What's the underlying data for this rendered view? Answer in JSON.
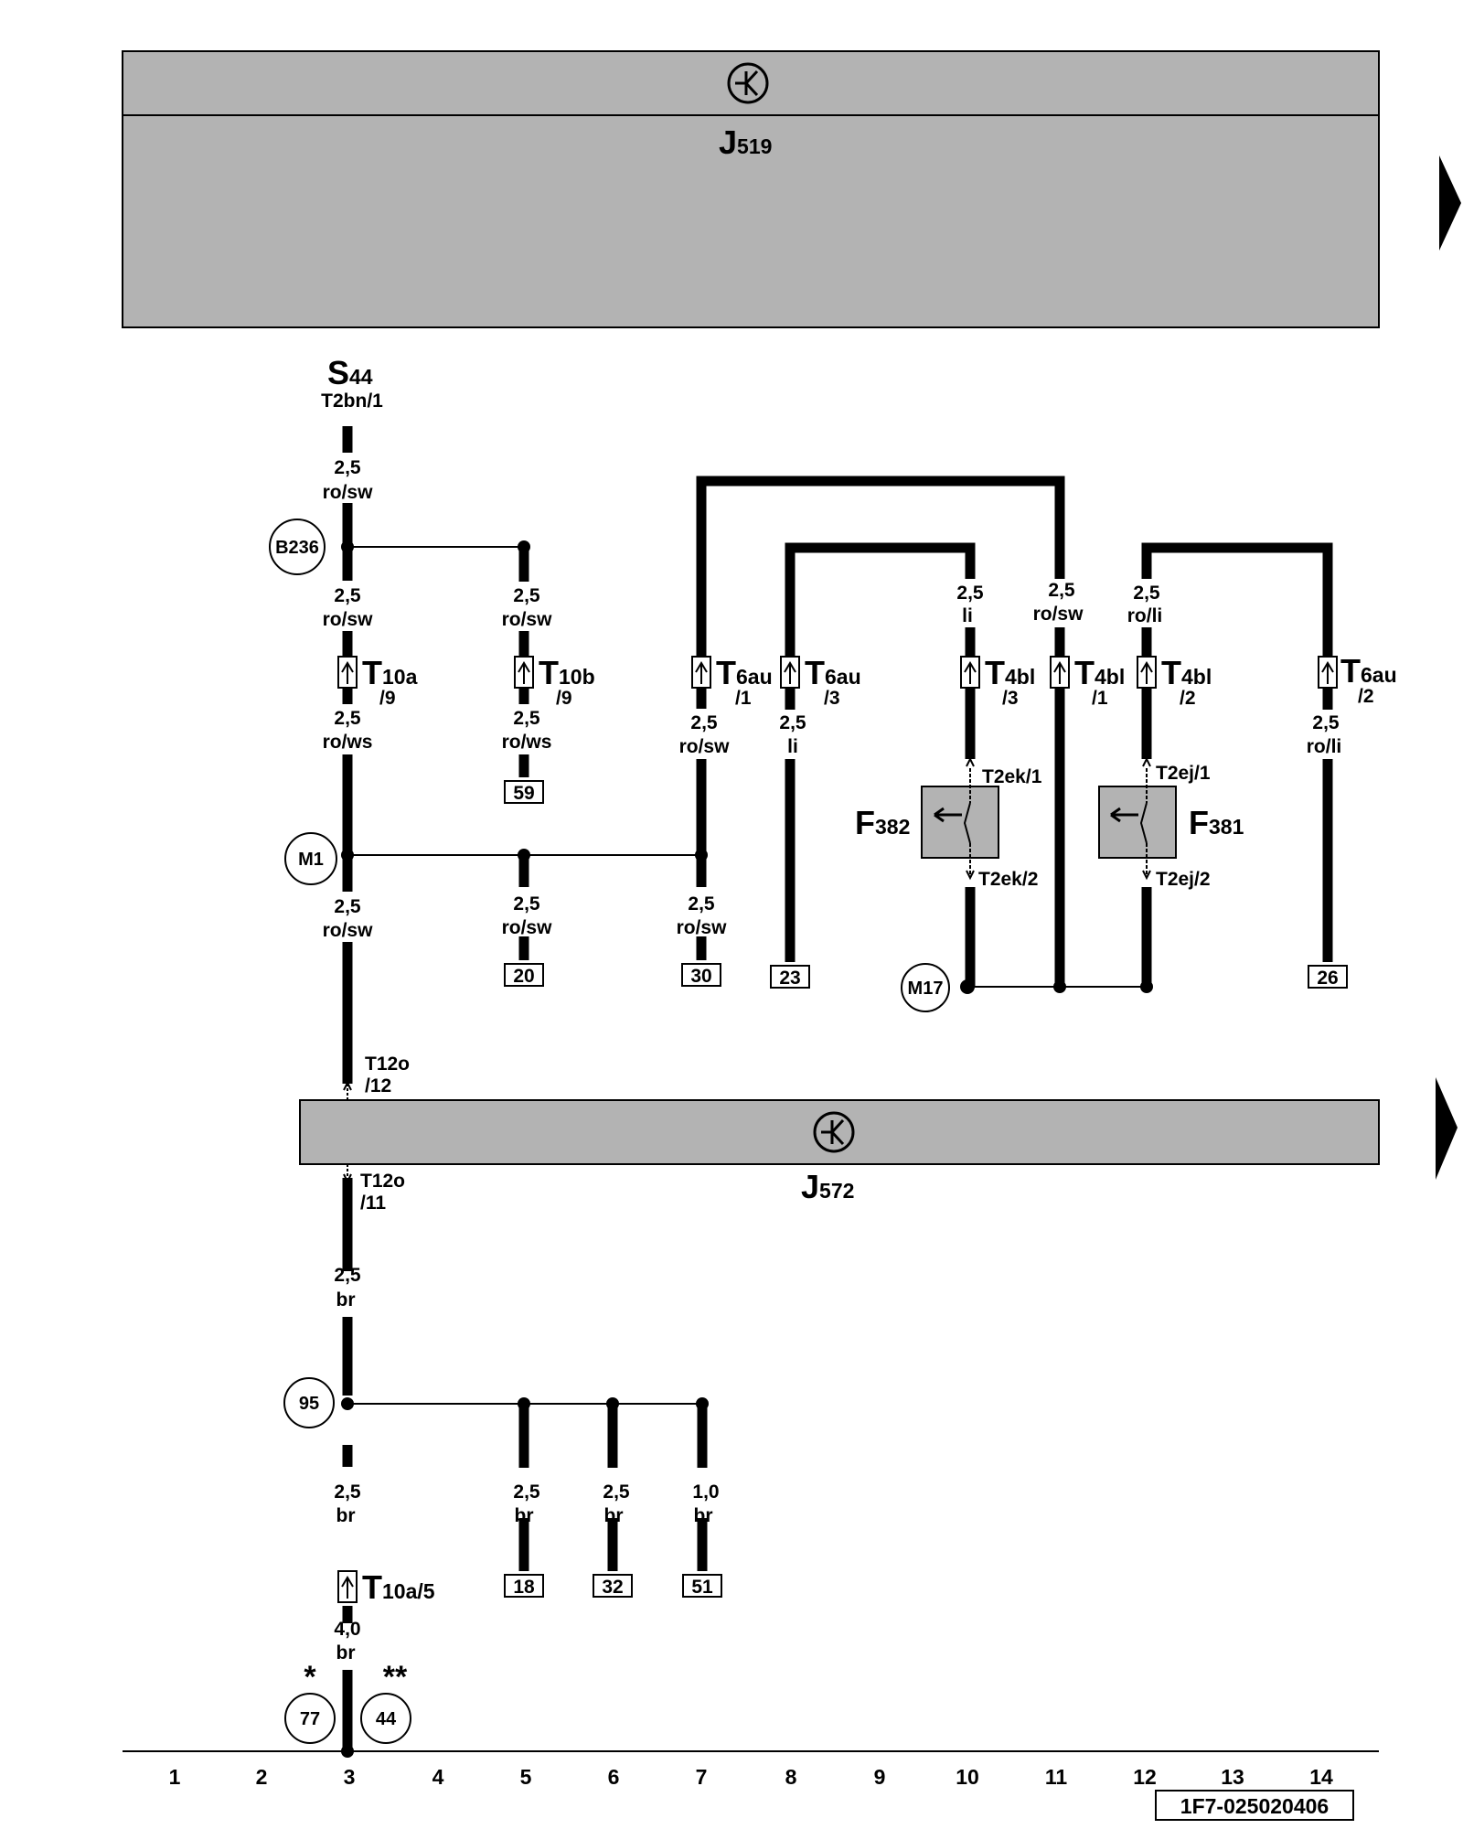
{
  "document_id": "1F7-025020406",
  "columns": [
    "1",
    "2",
    "3",
    "4",
    "5",
    "6",
    "7",
    "8",
    "9",
    "10",
    "11",
    "12",
    "13",
    "14"
  ],
  "components": {
    "J519": {
      "letter": "J",
      "number": "519"
    },
    "J572": {
      "letter": "J",
      "number": "572"
    },
    "S44": {
      "letter": "S",
      "number": "44",
      "terminal": "T2bn/1"
    },
    "F382": {
      "letter": "F",
      "number": "382",
      "pin1": "T2ek/1",
      "pin2": "T2ek/2"
    },
    "F381": {
      "letter": "F",
      "number": "381",
      "pin1": "T2ej/1",
      "pin2": "T2ej/2"
    }
  },
  "connectors": {
    "t10a_9": {
      "main": "T",
      "sub": "10a",
      "pin": "/9"
    },
    "t10b_9": {
      "main": "T",
      "sub": "10b",
      "pin": "/9"
    },
    "t6au_1": {
      "main": "T",
      "sub": "6au",
      "pin": "/1"
    },
    "t6au_3": {
      "main": "T",
      "sub": "6au",
      "pin": "/3"
    },
    "t4bl_3": {
      "main": "T",
      "sub": "4bl",
      "pin": "/3"
    },
    "t4bl_1": {
      "main": "T",
      "sub": "4bl",
      "pin": "/1"
    },
    "t4bl_2": {
      "main": "T",
      "sub": "4bl",
      "pin": "/2"
    },
    "t6au_2": {
      "main": "T",
      "sub": "6au",
      "pin": "/2"
    },
    "t10a_5": {
      "main": "T",
      "sub": "10a/5"
    },
    "t12o_12": {
      "name": "T12o",
      "pin": "/12"
    },
    "t12o_11": {
      "name": "T12o",
      "pin": "/11"
    }
  },
  "nodes": {
    "b236": "B236",
    "m1": "M1",
    "m17": "M17",
    "n95": "95",
    "n77": "77",
    "n44": "44"
  },
  "footnote_marks": {
    "single": "*",
    "double": "**"
  },
  "refs": {
    "r59": "59",
    "r20": "20",
    "r30": "30",
    "r23": "23",
    "r26": "26",
    "r18": "18",
    "r32": "32",
    "r51": "51"
  },
  "wires": {
    "w1": {
      "size": "2,5",
      "color": "ro/sw"
    },
    "w2": {
      "size": "2,5",
      "color": "ro/sw"
    },
    "w3": {
      "size": "2,5",
      "color": "ro/sw"
    },
    "w4": {
      "size": "2,5",
      "color": "ro/ws"
    },
    "w5": {
      "size": "2,5",
      "color": "ro/ws"
    },
    "w6": {
      "size": "2,5",
      "color": "ro/sw"
    },
    "w7": {
      "size": "2,5",
      "color": "ro/sw"
    },
    "w8": {
      "size": "2,5",
      "color": "ro/sw"
    },
    "w9": {
      "size": "2,5",
      "color": "ro/sw"
    },
    "w10": {
      "size": "2,5",
      "color": "li"
    },
    "w11": {
      "size": "2,5",
      "color": "li"
    },
    "w12": {
      "size": "2,5",
      "color": "ro/sw"
    },
    "w13": {
      "size": "2,5",
      "color": "ro/li"
    },
    "w14": {
      "size": "2,5",
      "color": "ro/li"
    },
    "w15": {
      "size": "2,5",
      "color": "br"
    },
    "w16": {
      "size": "2,5",
      "color": "br"
    },
    "w17": {
      "size": "2,5",
      "color": "br"
    },
    "w18": {
      "size": "2,5",
      "color": "br"
    },
    "w19": {
      "size": "1,0",
      "color": "br"
    },
    "w20": {
      "size": "4,0",
      "color": "br"
    }
  }
}
